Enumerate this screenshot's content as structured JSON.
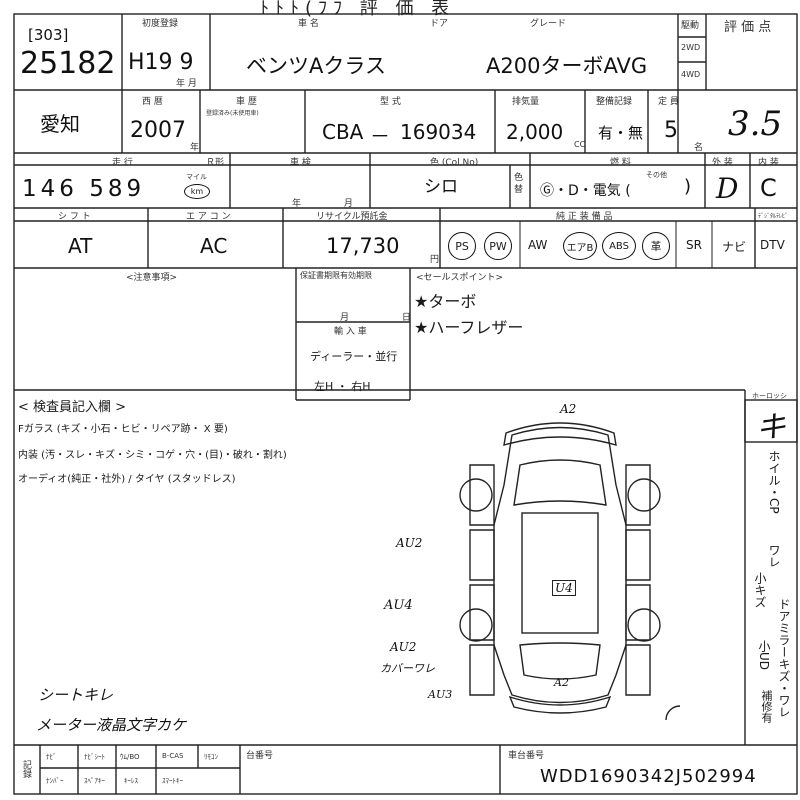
{
  "header": {
    "top_title": "ﾄﾄﾄ(ﾌﾌ 評 価 表",
    "lot_code": "[303]",
    "lot_number": "25182",
    "reg_label": "初度登録",
    "reg_value": "H19 9",
    "reg_unit": "年 月",
    "name_label": "車 名",
    "door_label": "ドア",
    "name_value": "ベンツAクラス",
    "grade_label": "グレード",
    "grade_value": "A200ターボAVG",
    "drive_label": "駆動",
    "drive_2wd": "2WD",
    "drive_4wd": "4WD",
    "score_label": "評 価 点",
    "score_value": "3.5"
  },
  "row2": {
    "region": "愛知",
    "year_label": "西 暦",
    "year_value": "2007",
    "year_unit": "年",
    "history_label": "車 歴",
    "history_sub": "登録済み(未使用車)",
    "model_label": "型 式",
    "model_prefix": "CBA",
    "model_dash": "－",
    "model_value": "169034",
    "displacement_label": "排気量",
    "displacement_value": "2,000",
    "displacement_unit": "CC",
    "record_label": "整備記録",
    "record_value": "有・無",
    "capacity_label": "定 員",
    "capacity_value": "5",
    "capacity_unit": "名"
  },
  "row3": {
    "mileage_label": "走 行",
    "mileage_value": "146 589",
    "mileage_unit": "km",
    "mileage_unit_label": "マイル",
    "meter_label": "Ｒ形",
    "inspection_label": "車 検",
    "inspection_unit": "年 月",
    "color_label": "色 (Col.No)",
    "color_value": "シロ",
    "color_change_label": "色替",
    "fuel_label": "燃 料",
    "fuel_value": "Ⓖ・D・電気 (",
    "fuel_other": "その他",
    "fuel_close": ")",
    "exterior_label": "外 装",
    "exterior_value": "D",
    "interior_label": "内 装",
    "interior_value": "C"
  },
  "row4": {
    "shift_label": "シ フ ト",
    "shift_value": "AT",
    "ac_label": "エ ア コ ン",
    "ac_value": "AC",
    "recycle_label": "リサイクル預託金",
    "recycle_value": "17,730",
    "recycle_unit": "円",
    "equipment_label": "純 正 装 備 品",
    "equipment": [
      "PS",
      "PW",
      "AW",
      "エアB",
      "ABS",
      "革",
      "SR",
      "ナビ",
      "DTV"
    ],
    "tv_label": "ﾃﾞｼﾞﾀﾙﾃﾚﾋﾞ"
  },
  "notes": {
    "attention_label": "<注意事項>",
    "warranty_label": "保証書期限有効期限",
    "warranty_unit": "月 日",
    "import_label": "輸 入 車",
    "import_value": "ディーラー・並行",
    "handle_value": "左H ・ 右H",
    "sales_label": "<セールスポイント>",
    "sales_points": [
      "★ターボ",
      "★ハーフレザー"
    ]
  },
  "inspector": {
    "title": "< 検査員記入欄 >",
    "glass": "Fガラス (キズ・小石・ヒビ・リペア跡・ X 要)",
    "interior": "内装 (汚・スレ・キズ・シミ・コゲ・穴・(目)・破れ・割れ)",
    "audio": "オーディオ(純正・社外) / タイヤ (スタッドレス)",
    "handnote_1": "シートキレ",
    "handnote_2": "メーター液晶文字カケ"
  },
  "diagram": {
    "marks": [
      "A2",
      "AU2",
      "AU4",
      "U4",
      "AU2",
      "カバーワレ",
      "AU3",
      "A2"
    ]
  },
  "side": {
    "label": "ホーロッシ",
    "box_value": "キ",
    "vertical_1": "ホイル・CP",
    "vertical_2": "ワレ",
    "vertical_3": "小キズ",
    "vertical_4": "ドアミラーキズ・ワレ",
    "vertical_5": "小UD",
    "vertical_6": "補修有"
  },
  "footer": {
    "row1": [
      "ﾅﾋﾞ",
      "ﾅﾋﾞｼｰﾄ",
      "ｳﾑ/BO",
      "B-CAS",
      "ﾘﾓｺﾝ"
    ],
    "row2": [
      "ﾅﾝﾊﾞｰ",
      "ｽﾍﾟｱｷｰ",
      "ｷｰﾚｽ",
      "ｽﾏｰﾄｷｰ"
    ],
    "side_label": "記録",
    "number_label": "台番号",
    "chassis_label": "車台番号",
    "vin": "WDD1690342J502994"
  }
}
